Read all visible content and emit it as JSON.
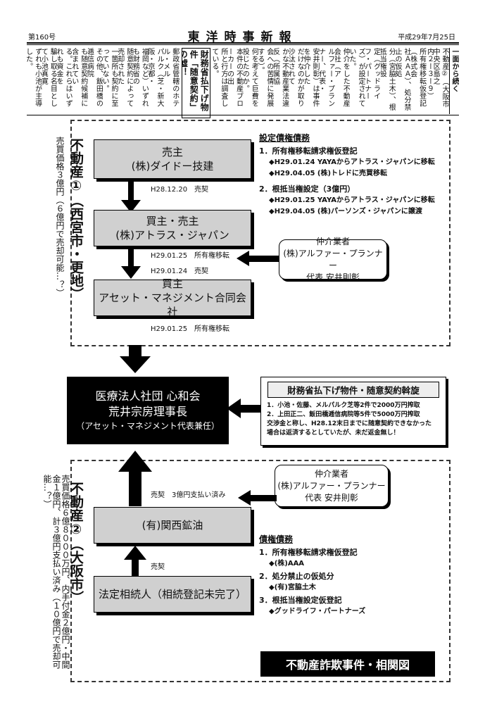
{
  "header": {
    "issue": "第160号",
    "title": "東洋時事新報",
    "date": "平成29年7月25日"
  },
  "article": {
    "continued_tag": "一面から続く",
    "headline": "財務省払下げ物件「随意契約」の嘘！",
    "columns": [
      "不動産②（大阪市中央区島之",
      "内２ー３ー９）",
      "所有権移転仮登記（株式会",
      "社ＡＡＡ）、処分禁止の仮処",
      "分（宮脇土木）、根抵当権設",
      "定（グッドライフ・パートナー",
      "ズ）が設定されていた。",
      "仲介をした不動産会社（ア",
      "ルファー・プランナー、代表・",
      "安井則彰）は事件を仲介した",
      "だけなのかが取り沙汰されて",
      "かな不動産業法違反（所属協",
      "会への苦情に発展する）。",
      "何を考えて巨費を投じたのか。",
      "本件の不動産ブローカーの出",
      "所と行方は調査している。",
      "郵政省管轄のホテル・メル",
      "パルク（芝・新大阪・京都・",
      "福岡など）いずれも財務省の",
      "随意契約によって売却された",
      "一箇所も契約に至っていない。",
      "その他、飯田橋の逓信病院",
      "も随意契約候補に含まれてい",
      "る。これらはいずれも資金を",
      "騙し取る名目として小池真寛",
      "ずれも小池が主導した。"
    ]
  },
  "property1": {
    "title": "不動産①（西宮市・更地）",
    "note": "売買価格３億円（６億円で売却可能…？）",
    "seller": {
      "role": "売主",
      "name": "(株)ダイドー技建"
    },
    "label1": "H28.12.20　売契",
    "buyer_seller": {
      "role": "買主・売主",
      "name": "(株)アトラス・ジャパン"
    },
    "label2a": "H29.01.25　所有権移転",
    "label2b": "H29.01.24　売契",
    "buyer": {
      "role": "買主",
      "name": "アセット・マネジメント合同会社"
    },
    "label3": "H29.01.25　所有権移転",
    "broker": {
      "title": "仲介業者",
      "name": "(株)アルファー・プランナー",
      "rep": "代表 安井則彰"
    },
    "rights": {
      "heading": "設定債権債務",
      "items": [
        {
          "title": "1．所有権移転請求権仮登記",
          "subs": [
            "◆H29.01.24 YAYAからアトラス・ジャパンに移転",
            "◆H29.04.05 (株)トレドに売買移転"
          ]
        },
        {
          "title": "2．根抵当権設定（3億円）",
          "subs": [
            "◆H29.01.25 YAYAからアトラス・ジャパンに移転",
            "◆H29.04.05 (株)パーソンズ・ジャパンに譲渡"
          ]
        }
      ]
    }
  },
  "center": {
    "line1": "医療法人社団 心和会",
    "line2": "荒井宗房理事長",
    "line3": "（アセット・マネジメント代表兼任）"
  },
  "finance": {
    "title": "財務省払下げ物件・随意契約斡旋",
    "line1": "1．小池・佐藤、メルパルク芝等2件で2000万円搾取",
    "line2": "2．上田正二、飯田橋逓信病院等5件で5000万円搾取",
    "line3": "交渉金と称し、H28.12末日までに随意契約できなかった",
    "line4": "場合は返済するとしていたが、未だ返金無し！"
  },
  "property2": {
    "title": "不動産②（大阪市）",
    "note": "売買価格６億８０００万円、内手付金２億円・中間金１億円、計３億円支払い済み（１０億円で売却可能…？）",
    "broker": {
      "title": "仲介業者",
      "name": "(株)アルファー・プランナー",
      "rep": "代表 安井則彰"
    },
    "label_top": "売契　3億円支払い済み",
    "kansai": "(有)関西鉱油",
    "label_bottom": "売契",
    "heirs": "法定相続人（相続登記未完了）",
    "rights": {
      "heading": "債権債務",
      "items": [
        {
          "title": "1．所有権移転請求権仮登記",
          "subs": [
            "◆(株)AAA"
          ]
        },
        {
          "title": "2．処分禁止の仮処分",
          "subs": [
            "◆(有)宮脇土木"
          ]
        },
        {
          "title": "3．根抵当権設定仮登記",
          "subs": [
            "◆グッドライフ・パートナーズ"
          ]
        }
      ]
    }
  },
  "caption": "不動産詐欺事件・相関図"
}
